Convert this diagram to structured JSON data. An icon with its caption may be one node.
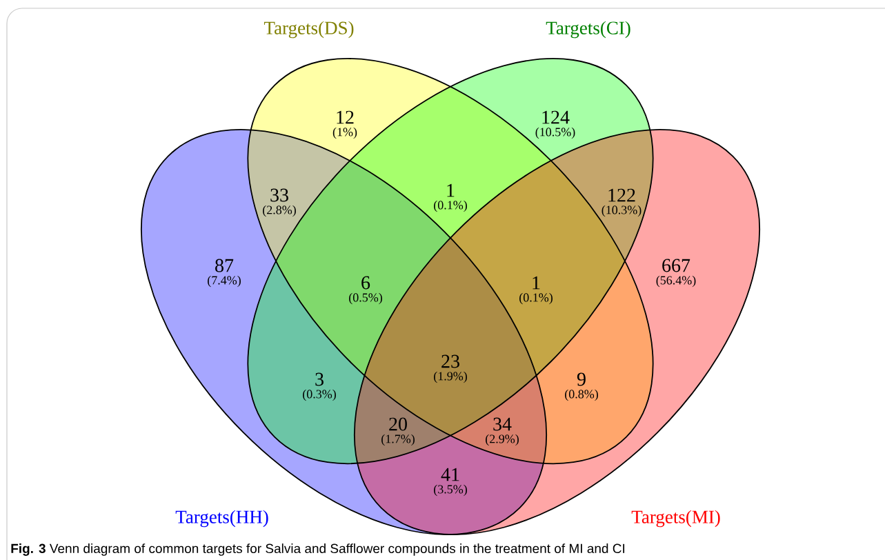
{
  "diagram": {
    "caption": "**Fig. 3** Venn diagram of common targets for Salvia and Safflower compounds in the treatment of MI and CI",
    "nodes": [
      {
        "text": [
          "Targets(DS)"
        ]
      },
      {
        "text": [
          "Targets(CI)"
        ]
      },
      {
        "text": [
          "Targets(HH)"
        ]
      },
      {
        "text": [
          "Targets(MI)"
        ]
      }
    ],
    "labels": [
      "12",
      "(1%)",
      "124",
      "(10.5%)",
      "33",
      "(2.8%)",
      "1",
      "(0.1%)",
      "122",
      "(10.3%)",
      "87",
      "(7.4%)",
      "6",
      "(0.5%)",
      "1",
      "(0.1%)",
      "667",
      "(56.4%)",
      "3",
      "(0.3%)",
      "23",
      "(1.9%)",
      "9",
      "(0.8%)",
      "20",
      "(1.7%)",
      "34",
      "(2.9%)",
      "41",
      "(3.5%)"
    ]
  }
}
